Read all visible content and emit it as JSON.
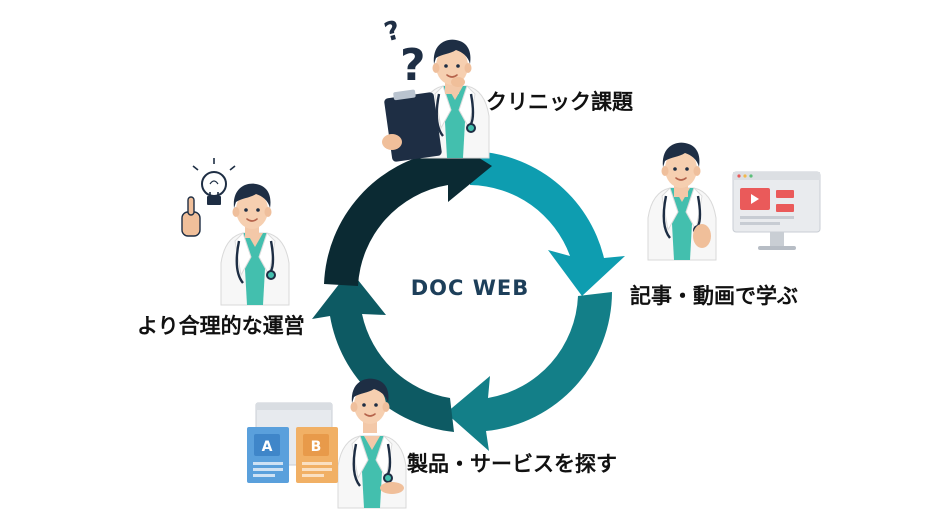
{
  "diagram": {
    "center_title": "DOC WEB",
    "steps": [
      {
        "label": "クリニック課題"
      },
      {
        "label": "記事・動画で学ぶ"
      },
      {
        "label": "製品・サービスを探す"
      },
      {
        "label": "より合理的な運営"
      }
    ],
    "ab_badges": [
      "A",
      "B"
    ],
    "question_marks": [
      "?",
      "?"
    ],
    "colors": {
      "segment_1": "#0b2a33",
      "segment_2": "#0e9db0",
      "segment_3": "#137f88",
      "segment_4": "#0d5a63",
      "scrub": "#43bfae",
      "badge_a": "#3f86c9",
      "badge_b": "#e89a4a",
      "video_accent": "#ea5a5a"
    }
  }
}
